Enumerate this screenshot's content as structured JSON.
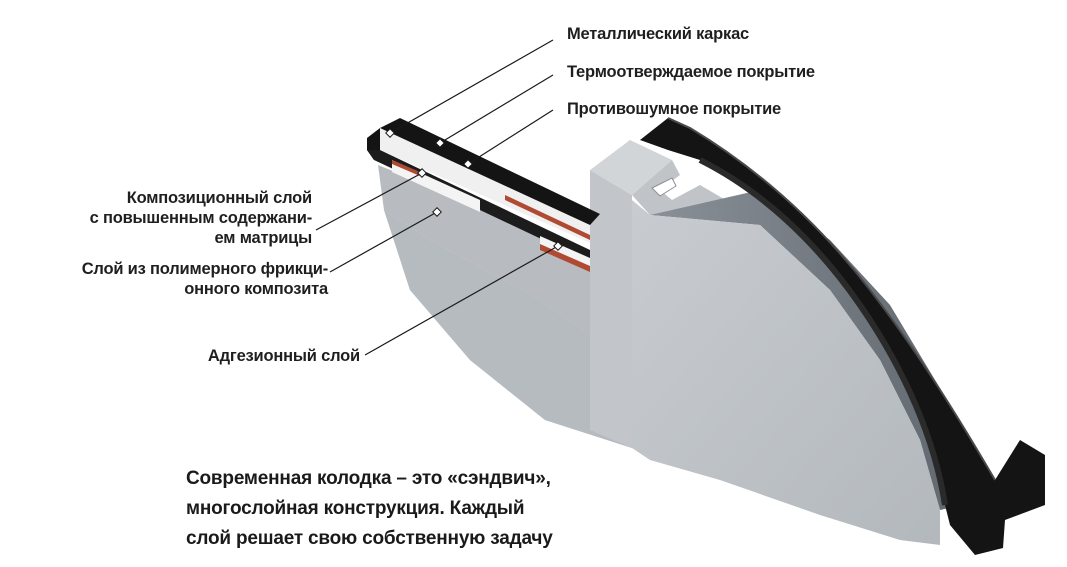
{
  "labels": {
    "frame": "Металлический каркас",
    "thermoset": "Термоотверждаемое покрытие",
    "antinoise": "Противошумное покрытие",
    "composite_l1": "Композиционный слой",
    "composite_l2": "с повышенным содержани-",
    "composite_l3": "ем матрицы",
    "friction_l1": "Слой из полимерного фрикци-",
    "friction_l2": "онного композита",
    "adhesive": "Адгезионный слой"
  },
  "caption": {
    "line1": "Современная колодка – это «сэндвич»,",
    "line2": "многослойная конструкция. Каждый",
    "line3": "слой решает свою собственную задачу"
  },
  "colors": {
    "pad_gray": "#a9aeb3",
    "pad_light": "#c6cacd",
    "pad_dark": "#6c737a",
    "metal_black": "#121212",
    "layer_white": "#f2f2f2",
    "layer_red": "#b04a33"
  }
}
